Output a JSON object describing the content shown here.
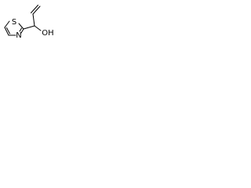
{
  "molecule": {
    "atoms": {
      "sulfur": "S",
      "nitrogen": "N",
      "hydroxyl": "OH"
    },
    "colors": {
      "bond": "#000000",
      "label": "#000000",
      "background": "#ffffff"
    }
  }
}
